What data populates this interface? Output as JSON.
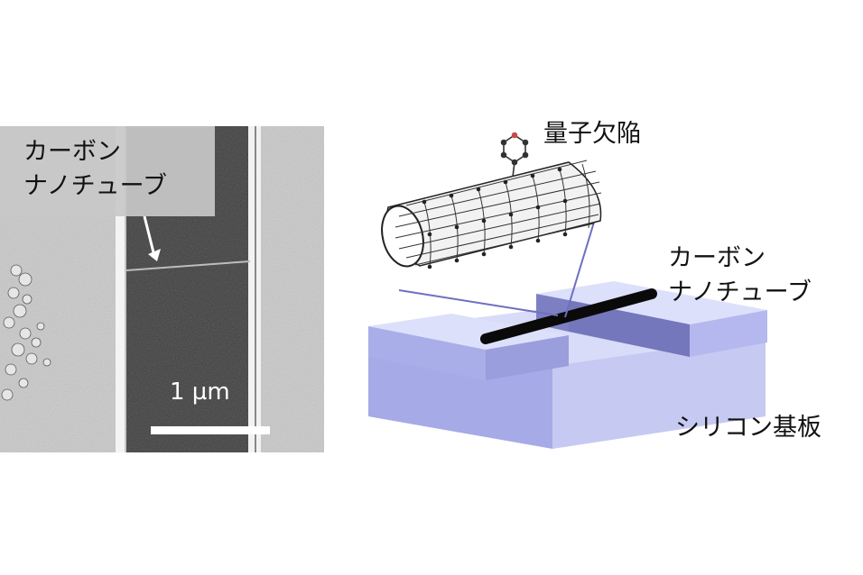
{
  "sem": {
    "label_line1": "カーボン",
    "label_line2": "ナノチューブ",
    "scale_bar_text": "1 µm"
  },
  "diagram": {
    "defect_label": "量子欠陥",
    "cnt_label_line1": "カーボン",
    "cnt_label_line2": "ナノチューブ",
    "substrate_label": "シリコン基板"
  },
  "colors": {
    "substrate_top": "#d8dcf8",
    "substrate_front": "#a6aae6",
    "substrate_side": "#8487c8",
    "trench": "#6f72b4"
  }
}
